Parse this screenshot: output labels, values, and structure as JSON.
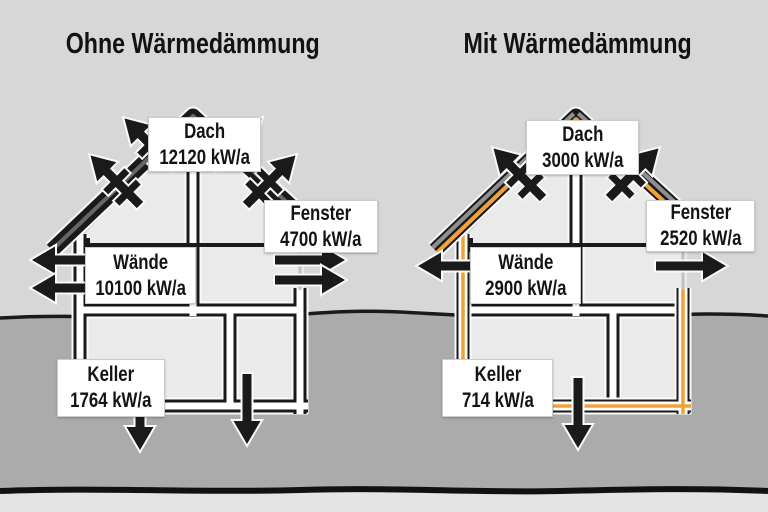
{
  "figure": {
    "description": "Vergleich der Wärmeverluste eines Hauses",
    "unit": "kW/a",
    "colors": {
      "insulation_orange": "#f0a23a",
      "sky_gray": "#d7d7d7",
      "ground_gray": "#ababab",
      "line_black": "#1a1a1a",
      "roof_gray_stripe": "#8f8f8f"
    },
    "panels": [
      {
        "id": "ohne",
        "title": "Ohne Wärmedämmung",
        "labels": [
          {
            "id": "dach",
            "name": "Dach",
            "value": "12120 kW/a"
          },
          {
            "id": "fenster",
            "name": "Fenster",
            "value": "4700 kW/a"
          },
          {
            "id": "waende",
            "name": "Wände",
            "value": "10100 kW/a"
          },
          {
            "id": "keller",
            "name": "Keller",
            "value": "1764 kW/a"
          }
        ]
      },
      {
        "id": "mit",
        "title": "Mit Wärmedämmung",
        "labels": [
          {
            "id": "dach",
            "name": "Dach",
            "value": "3000 kW/a"
          },
          {
            "id": "fenster",
            "name": "Fenster",
            "value": "2520 kW/a"
          },
          {
            "id": "waende",
            "name": "Wände",
            "value": "2900 kW/a"
          },
          {
            "id": "keller",
            "name": "Keller",
            "value": "714 kW/a"
          }
        ]
      }
    ]
  }
}
